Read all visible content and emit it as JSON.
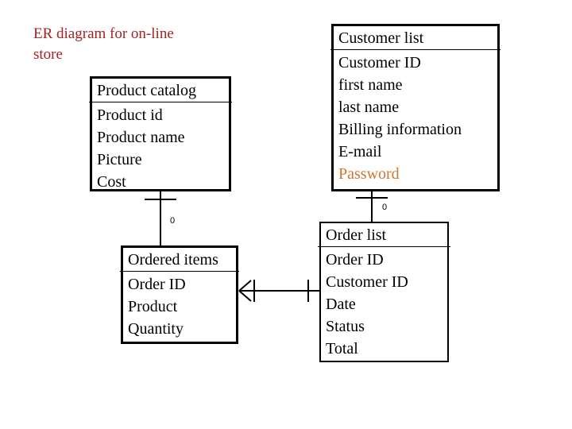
{
  "title": "ER diagram for on-line\nstore",
  "title_color": "#a52222",
  "highlight_color": "#cc7733",
  "entities": [
    {
      "name": "Product catalog",
      "attributes": [
        "Product id",
        "Product name",
        "Picture",
        "Cost"
      ]
    },
    {
      "name": "Customer list",
      "attributes": [
        "Customer ID",
        "first name",
        "last name",
        "Billing information",
        "E-mail",
        "Password"
      ]
    },
    {
      "name": "Ordered items",
      "attributes": [
        "Order ID",
        "Product",
        "Quantity"
      ]
    },
    {
      "name": "Order list",
      "attributes": [
        "Order ID",
        "Customer ID",
        "Date",
        "Status",
        "Total"
      ]
    }
  ],
  "relationships": [
    {
      "from": "Product catalog",
      "to": "Ordered items",
      "cardinality_label": "0"
    },
    {
      "from": "Customer list",
      "to": "Order list",
      "cardinality_label": "0"
    },
    {
      "from": "Order list",
      "to": "Ordered items",
      "cardinality_label": ""
    }
  ]
}
